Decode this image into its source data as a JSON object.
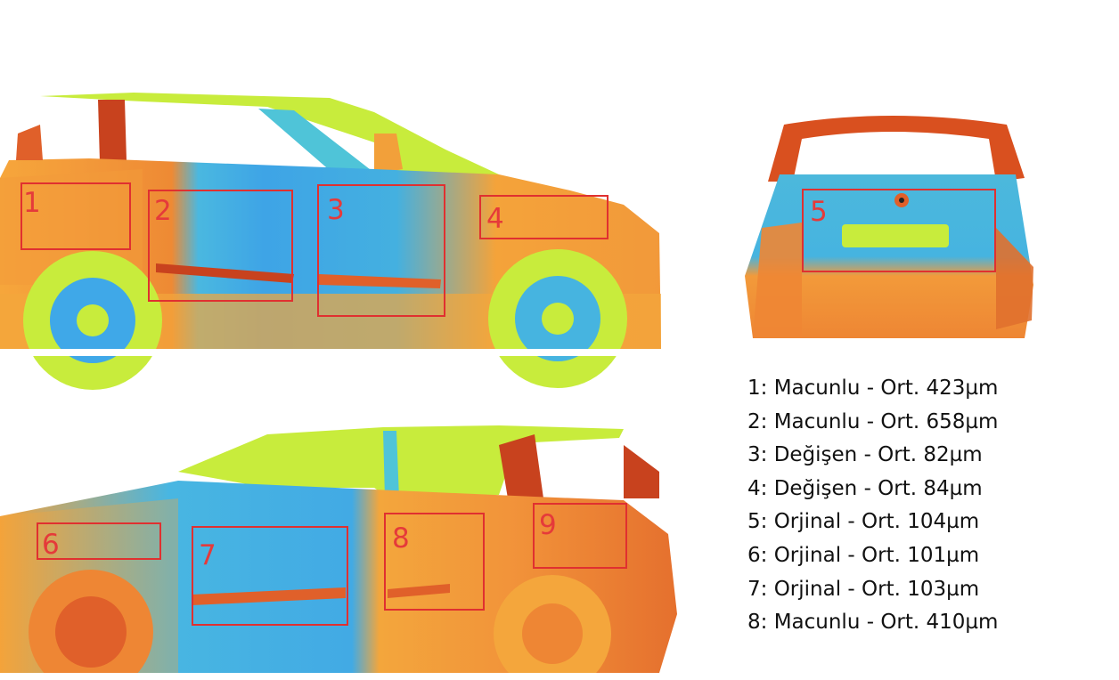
{
  "colors": {
    "box_stroke": "#e03030",
    "box_number": "#e53a3a",
    "cool_blue": "#3fa8e8",
    "cyan": "#4fc4d8",
    "lime": "#c8ec3c",
    "yellow": "#f2e33a",
    "orange": "#f5a23a",
    "dark_orange": "#e0602a",
    "red_brown": "#c8421e"
  },
  "boxes": [
    {
      "id": "1",
      "label": "1"
    },
    {
      "id": "2",
      "label": "2"
    },
    {
      "id": "3",
      "label": "3"
    },
    {
      "id": "4",
      "label": "4"
    },
    {
      "id": "5",
      "label": "5"
    },
    {
      "id": "6",
      "label": "6"
    },
    {
      "id": "7",
      "label": "7"
    },
    {
      "id": "8",
      "label": "8"
    },
    {
      "id": "9",
      "label": "9"
    }
  ],
  "legend": [
    "1: Macunlu - Ort. 423µm",
    "2: Macunlu - Ort. 658µm",
    "3: Değişen - Ort. 82µm",
    "4: Değişen - Ort. 84µm",
    "5: Orjinal - Ort. 104µm",
    "6: Orjinal - Ort. 101µm",
    "7: Orjinal - Ort. 103µm",
    "8: Macunlu - Ort. 410µm"
  ]
}
